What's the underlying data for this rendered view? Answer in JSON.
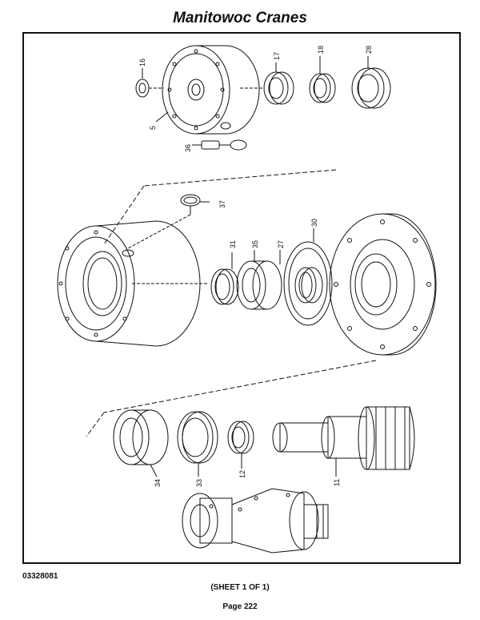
{
  "header": {
    "title": "Manitowoc Cranes"
  },
  "footer": {
    "drawing_number": "03328081",
    "sheet": "(SHEET 1 OF 1)",
    "page": "Page 222"
  },
  "callouts": {
    "c16": "16",
    "c17": "17",
    "c18": "18",
    "c28": "28",
    "c5": "5",
    "c36": "36",
    "c37": "37",
    "c31": "31",
    "c35": "35",
    "c27": "27",
    "c30": "30",
    "c34": "34",
    "c33": "33",
    "c12": "12",
    "c11": "11"
  }
}
